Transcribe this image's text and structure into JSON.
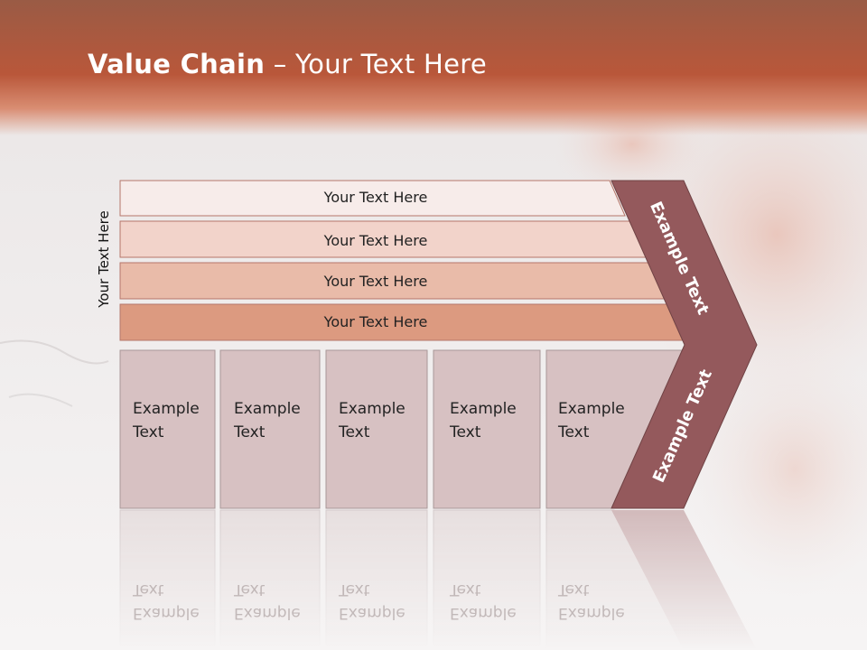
{
  "title": {
    "bold": "Value Chain",
    "rest": " – Your Text Here"
  },
  "side_label": "Your Text Here",
  "bars": [
    {
      "label": "Your Text Here"
    },
    {
      "label": "Your Text Here"
    },
    {
      "label": "Your Text Here"
    },
    {
      "label": "Your Text Here"
    }
  ],
  "columns": [
    {
      "line1": "Example",
      "line2": "Text"
    },
    {
      "line1": "Example",
      "line2": "Text"
    },
    {
      "line1": "Example",
      "line2": "Text"
    },
    {
      "line1": "Example",
      "line2": "Text"
    },
    {
      "line1": "Example",
      "line2": "Text"
    }
  ],
  "chevron": {
    "upper": "Example Text",
    "lower": "Example Text"
  },
  "colors": {
    "header": "#b9573a",
    "bar1": "#f7ecea",
    "bar2": "#f2d3ca",
    "bar3": "#e9bba9",
    "bar4": "#dc9a80",
    "column": "#d7c1c2",
    "chevron": "#94595c"
  }
}
